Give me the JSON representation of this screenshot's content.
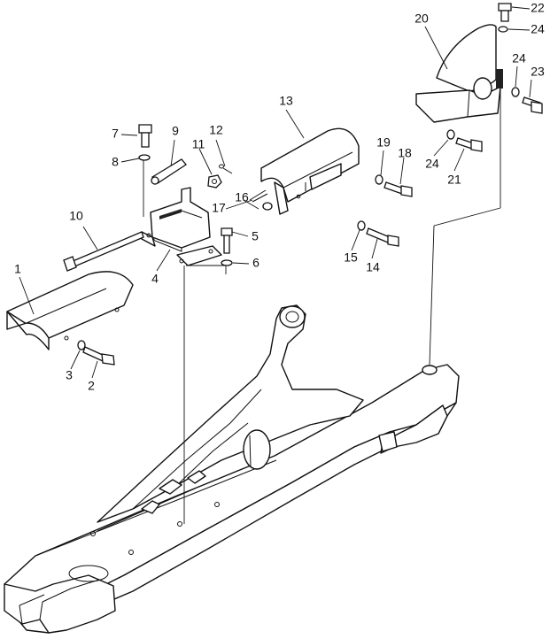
{
  "diagram": {
    "callouts": [
      {
        "id": "c1",
        "label": "1"
      },
      {
        "id": "c2",
        "label": "2"
      },
      {
        "id": "c3",
        "label": "3"
      },
      {
        "id": "c4",
        "label": "4"
      },
      {
        "id": "c5",
        "label": "5"
      },
      {
        "id": "c6",
        "label": "6"
      },
      {
        "id": "c7",
        "label": "7"
      },
      {
        "id": "c8",
        "label": "8"
      },
      {
        "id": "c9",
        "label": "9"
      },
      {
        "id": "c10",
        "label": "10"
      },
      {
        "id": "c11",
        "label": "11"
      },
      {
        "id": "c12",
        "label": "12"
      },
      {
        "id": "c13",
        "label": "13"
      },
      {
        "id": "c14",
        "label": "14"
      },
      {
        "id": "c15",
        "label": "15"
      },
      {
        "id": "c16",
        "label": "16"
      },
      {
        "id": "c17",
        "label": "17"
      },
      {
        "id": "c18",
        "label": "18"
      },
      {
        "id": "c19",
        "label": "19"
      },
      {
        "id": "c20",
        "label": "20"
      },
      {
        "id": "c21",
        "label": "21"
      },
      {
        "id": "c22",
        "label": "22"
      },
      {
        "id": "c23",
        "label": "23"
      },
      {
        "id": "c24a",
        "label": "24"
      },
      {
        "id": "c24b",
        "label": "24"
      },
      {
        "id": "c24c",
        "label": "24"
      }
    ]
  }
}
